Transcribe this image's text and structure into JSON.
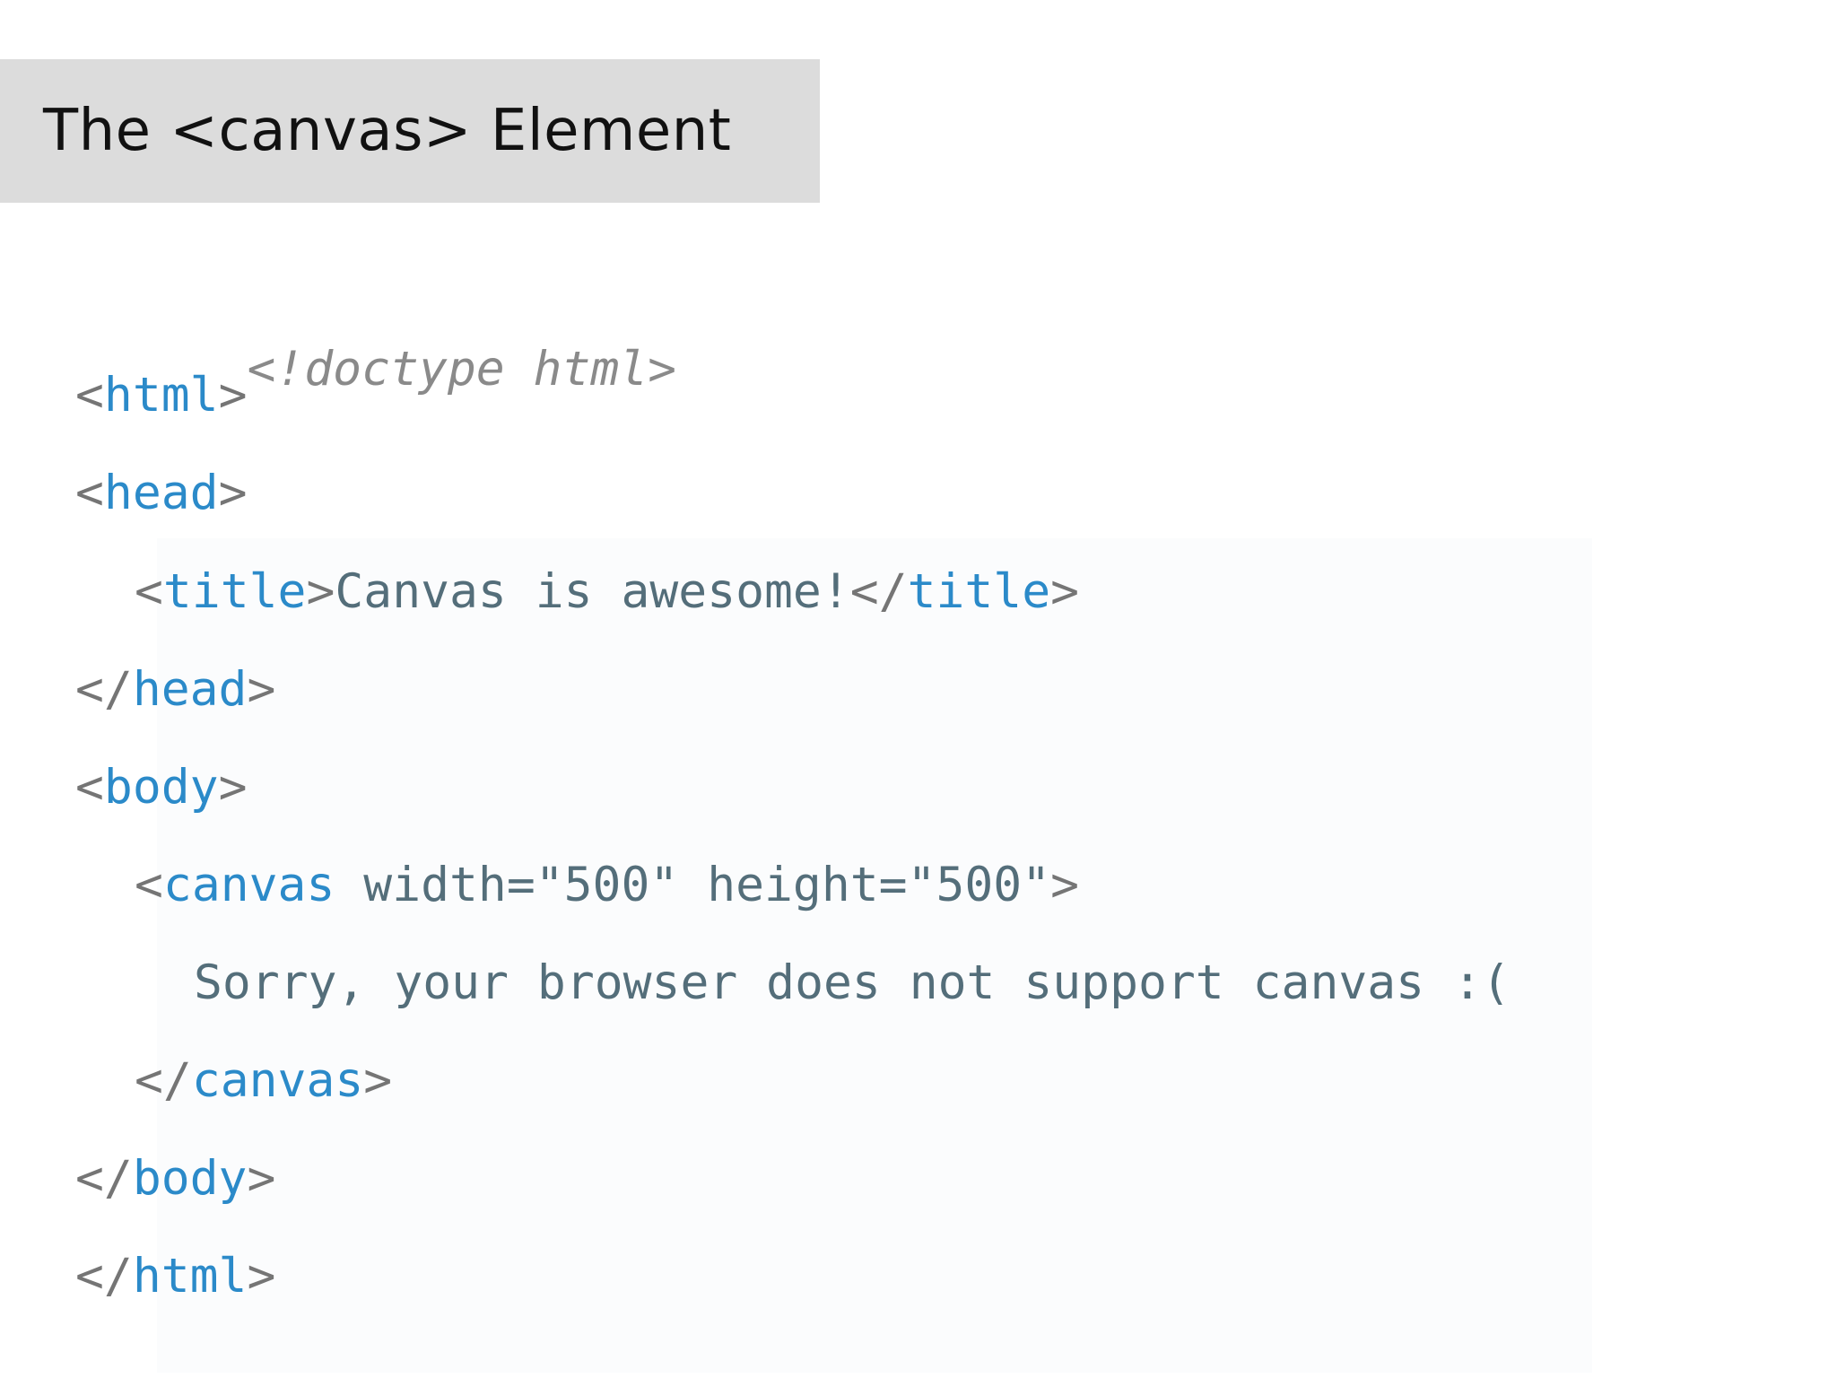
{
  "slide": {
    "title": "The <canvas> Element"
  },
  "code": {
    "doctype": "<!doctype html>",
    "open_lt": "<",
    "close_lt": "</",
    "gt": ">",
    "tag_html": "html",
    "tag_head": "head",
    "tag_title": "title",
    "tag_body": "body",
    "tag_canvas": "canvas",
    "title_text": "Canvas is awesome!",
    "canvas_attrs": " width=\"500\" height=\"500\"",
    "fallback_text": "Sorry, your browser does not support canvas :("
  },
  "colors": {
    "tag": "#2b8ac9",
    "punctuation": "#757575",
    "text": "#546e7a",
    "comment": "#8a8a8a",
    "title_bar": "#dcdcdc"
  }
}
